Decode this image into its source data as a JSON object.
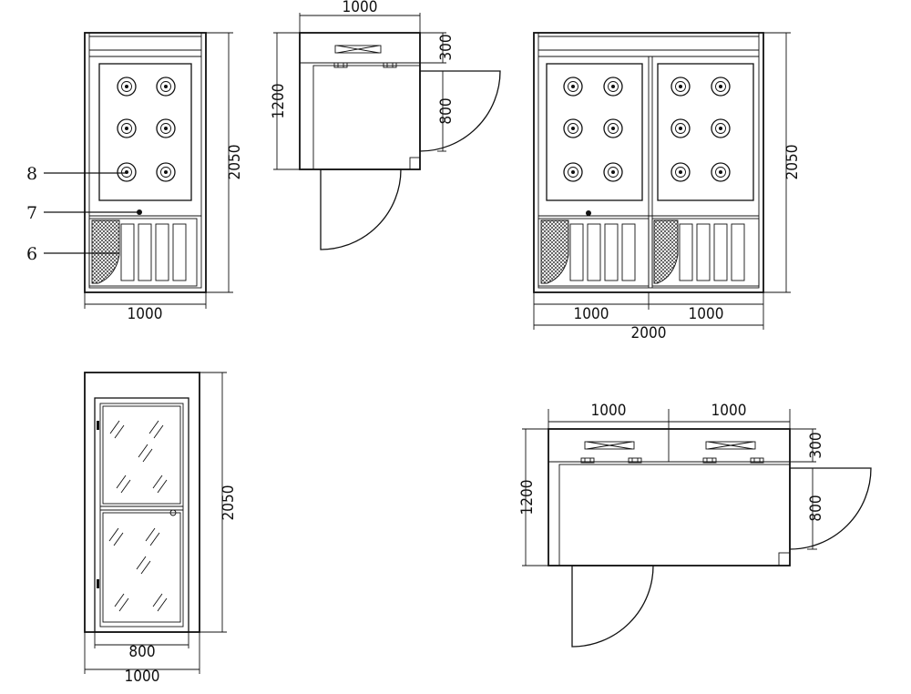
{
  "callouts": {
    "c8": "8",
    "c7": "7",
    "c6": "6"
  },
  "front_single": {
    "width": "1000",
    "height": "2050"
  },
  "top_single": {
    "width": "1000",
    "depth": "1200",
    "plenum": "300",
    "door": "800"
  },
  "front_double": {
    "left_width": "1000",
    "right_width": "1000",
    "total_width": "2000",
    "height": "2050"
  },
  "side_view": {
    "door_width": "800",
    "width": "1000",
    "height": "2050"
  },
  "top_double": {
    "left_width": "1000",
    "right_width": "1000",
    "depth": "1200",
    "plenum": "300",
    "door": "800"
  },
  "colors": {
    "line": "#111111",
    "background": "#ffffff"
  }
}
